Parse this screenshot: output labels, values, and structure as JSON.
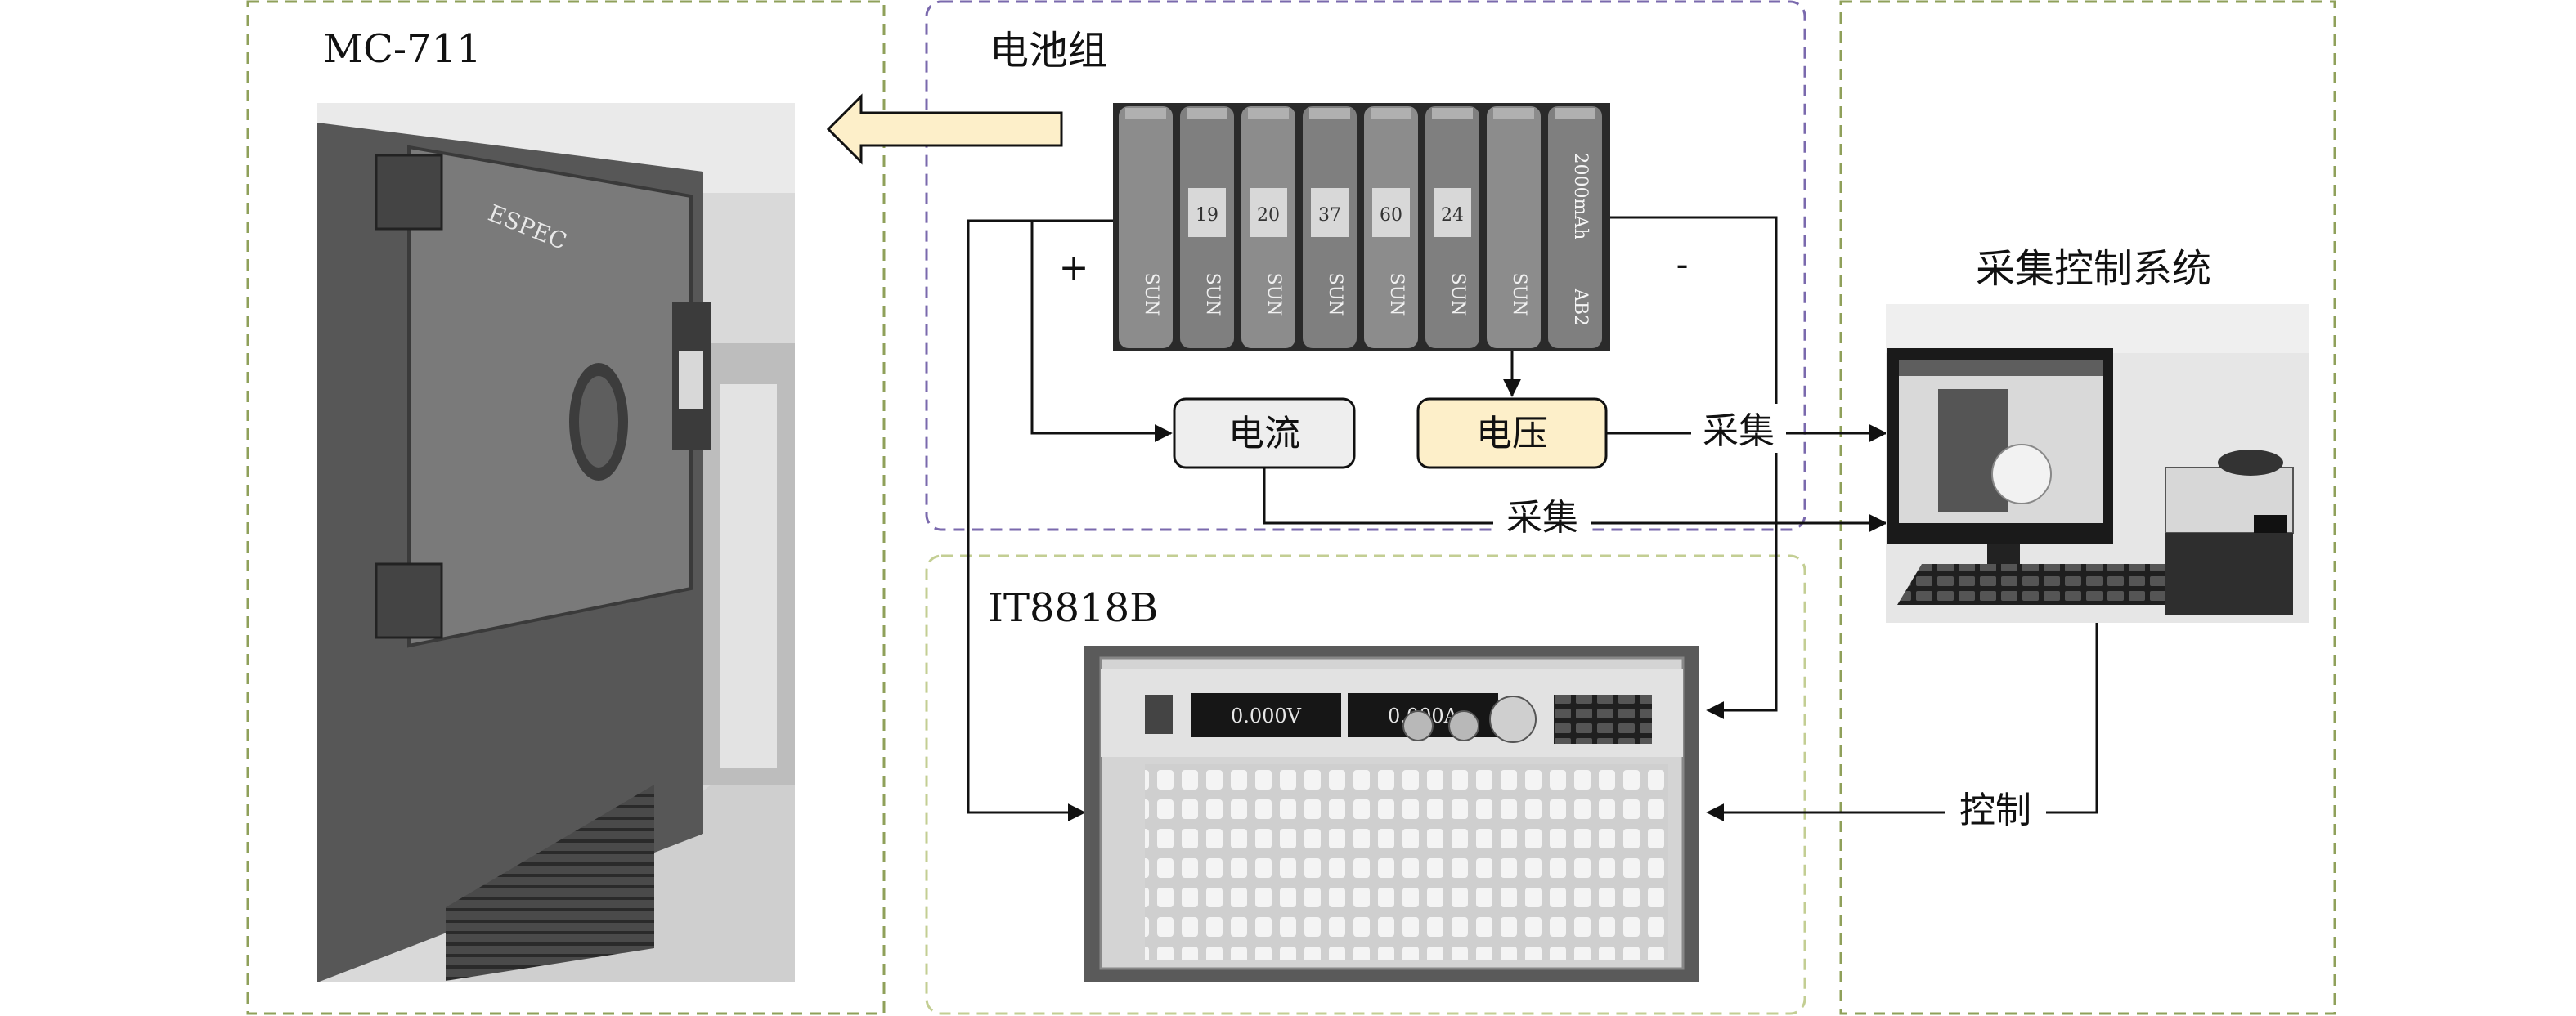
{
  "colors": {
    "chamber_border": "#8fa05a",
    "battery_border": "#7a69ad",
    "load_border": "#c3ce93",
    "control_border": "#8fa05a",
    "voltage_fill": "#fdefc9",
    "current_fill": "#eeeeee",
    "thermal_arrow_fill": "#fdefc9",
    "line": "#111111"
  },
  "labels": {
    "chamber": "MC-711",
    "battery": "电池组",
    "load": "IT8818B",
    "control_system": "采集控制系统",
    "current": "电流",
    "voltage": "电压",
    "collect_voltage": "采集",
    "collect_current": "采集",
    "control": "控制",
    "plus": "+",
    "minus": "-"
  },
  "photos": {
    "chamber_brand": "ESPEC",
    "cell_capacity": "2000mAh",
    "cell_model": "AB2",
    "cell_brand": "SUN",
    "cell_tags": [
      "19",
      "20",
      "37",
      "60",
      "24"
    ],
    "load_voltage_display": "0.000V",
    "load_current_display": "0.000A"
  }
}
